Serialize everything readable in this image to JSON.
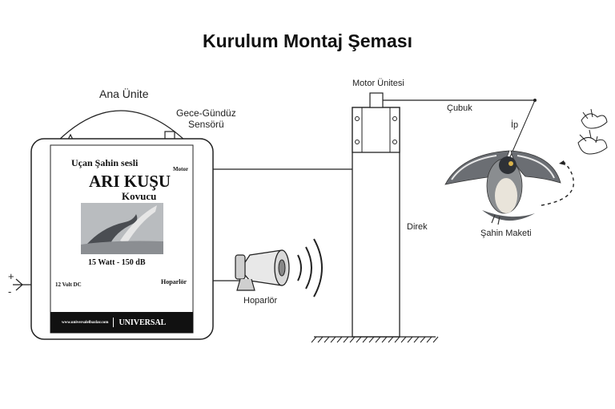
{
  "title": "Kurulum Montaj Şeması",
  "labels": {
    "ana_unite": "Ana Ünite",
    "sensor_line1": "Gece-Gündüz",
    "sensor_line2": "Sensörü",
    "motor_unitesi": "Motor Ünitesi",
    "cubuk": "Çubuk",
    "ip": "İp",
    "direk": "Direk",
    "sahin_maketi": "Şahin Maketi",
    "hoparlor": "Hoparlör",
    "plus": "+",
    "minus": "-"
  },
  "panel": {
    "heading_small": "Uçan Şahin sesli",
    "heading_big": "ARI KUŞU",
    "heading_sub": "Kovucu",
    "motor_tag": "Motor",
    "power": "15 Watt - 150 dB",
    "voltage": "12 Volt DC",
    "speaker_tag": "Hoparlör",
    "website": "www.universalelbazlar.com",
    "brand": "UNIVERSAL"
  }
}
